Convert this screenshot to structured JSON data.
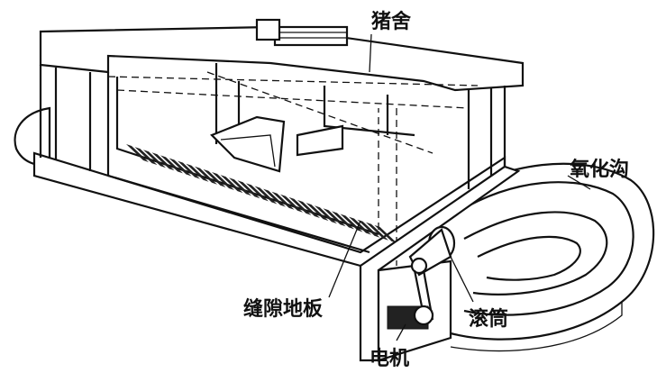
{
  "title": "猪舍氧化沟示意图",
  "labels": {
    "pig_house": "猪舍",
    "oxidation_ditch": "氧化沟",
    "drum": "滚筒",
    "slatted_floor": "缝隙地板",
    "motor": "电机"
  }
}
